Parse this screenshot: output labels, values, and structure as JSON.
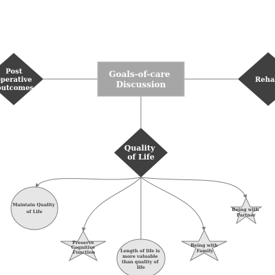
{
  "central": {
    "lines": [
      "Goals-of-care",
      "Discussion"
    ]
  },
  "left_node": {
    "lines": [
      "Post",
      "operative",
      "outcomes"
    ]
  },
  "right_node": {
    "lines": [
      "Rehab"
    ]
  },
  "quality_node": {
    "lines": [
      "Quality",
      "of Life"
    ]
  },
  "outcomes": {
    "maintain_quality": {
      "lines": [
        "Maintain Quality",
        "of Life"
      ]
    },
    "being_with_partner": {
      "lines": [
        "Being with",
        "Partner"
      ]
    },
    "preserve_cognitive": {
      "lines": [
        "Preserve",
        "Cognitive",
        "Function"
      ]
    },
    "length_of_life": {
      "lines": [
        "Length of life is",
        "more valuable",
        "than quality of",
        "life"
      ]
    },
    "being_with_family": {
      "lines": [
        "Being with",
        "Family"
      ]
    }
  },
  "colors": {
    "dark_node": "#404040",
    "central_fill": "#a6a6a6",
    "light_fill": "#e6e6e6",
    "stroke": "#808080",
    "line": "#7f7f7f",
    "dark_text": "#ffffff",
    "light_text": "#404040"
  }
}
